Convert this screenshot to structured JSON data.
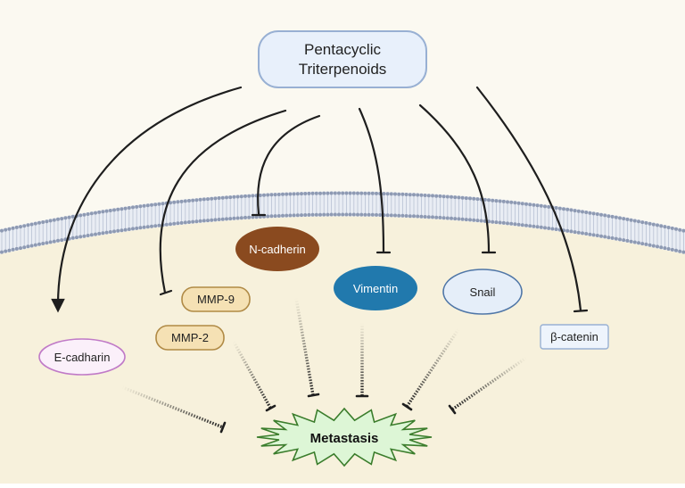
{
  "source": {
    "label_line1": "Pentacyclic",
    "label_line2": "Triterpenoids"
  },
  "targets": {
    "e_cadharin": "E-cadharin",
    "mmp9": "MMP-9",
    "mmp2": "MMP-2",
    "n_cadherin": "N-cadherin",
    "vimentin": "Vimentin",
    "snail": "Snail",
    "beta_catenin": "β-catenin"
  },
  "outcome": {
    "label": "Metastasis"
  },
  "colors": {
    "background": "#fbf9f1",
    "cytoplasm": "#f7f1dc",
    "membrane_head": "#8e9ab3",
    "source_fill": "#e8f0fb",
    "source_stroke": "#98b0d3",
    "e_cadharin_fill": "#fbf0fa",
    "e_cadharin_stroke": "#c07ac7",
    "mmp_fill": "#f5e1b4",
    "mmp_stroke": "#b08a45",
    "n_cadherin_fill": "#8a4a1f",
    "vimentin_fill": "#2179ad",
    "snail_fill": "#e5eef9",
    "snail_stroke": "#4f76a7",
    "beta_catenin_fill": "#eef4fc",
    "beta_catenin_stroke": "#98b0d3",
    "metastasis_fill": "#ddf6d6",
    "metastasis_stroke": "#3b7d2c",
    "line": "#1e1e1e"
  }
}
